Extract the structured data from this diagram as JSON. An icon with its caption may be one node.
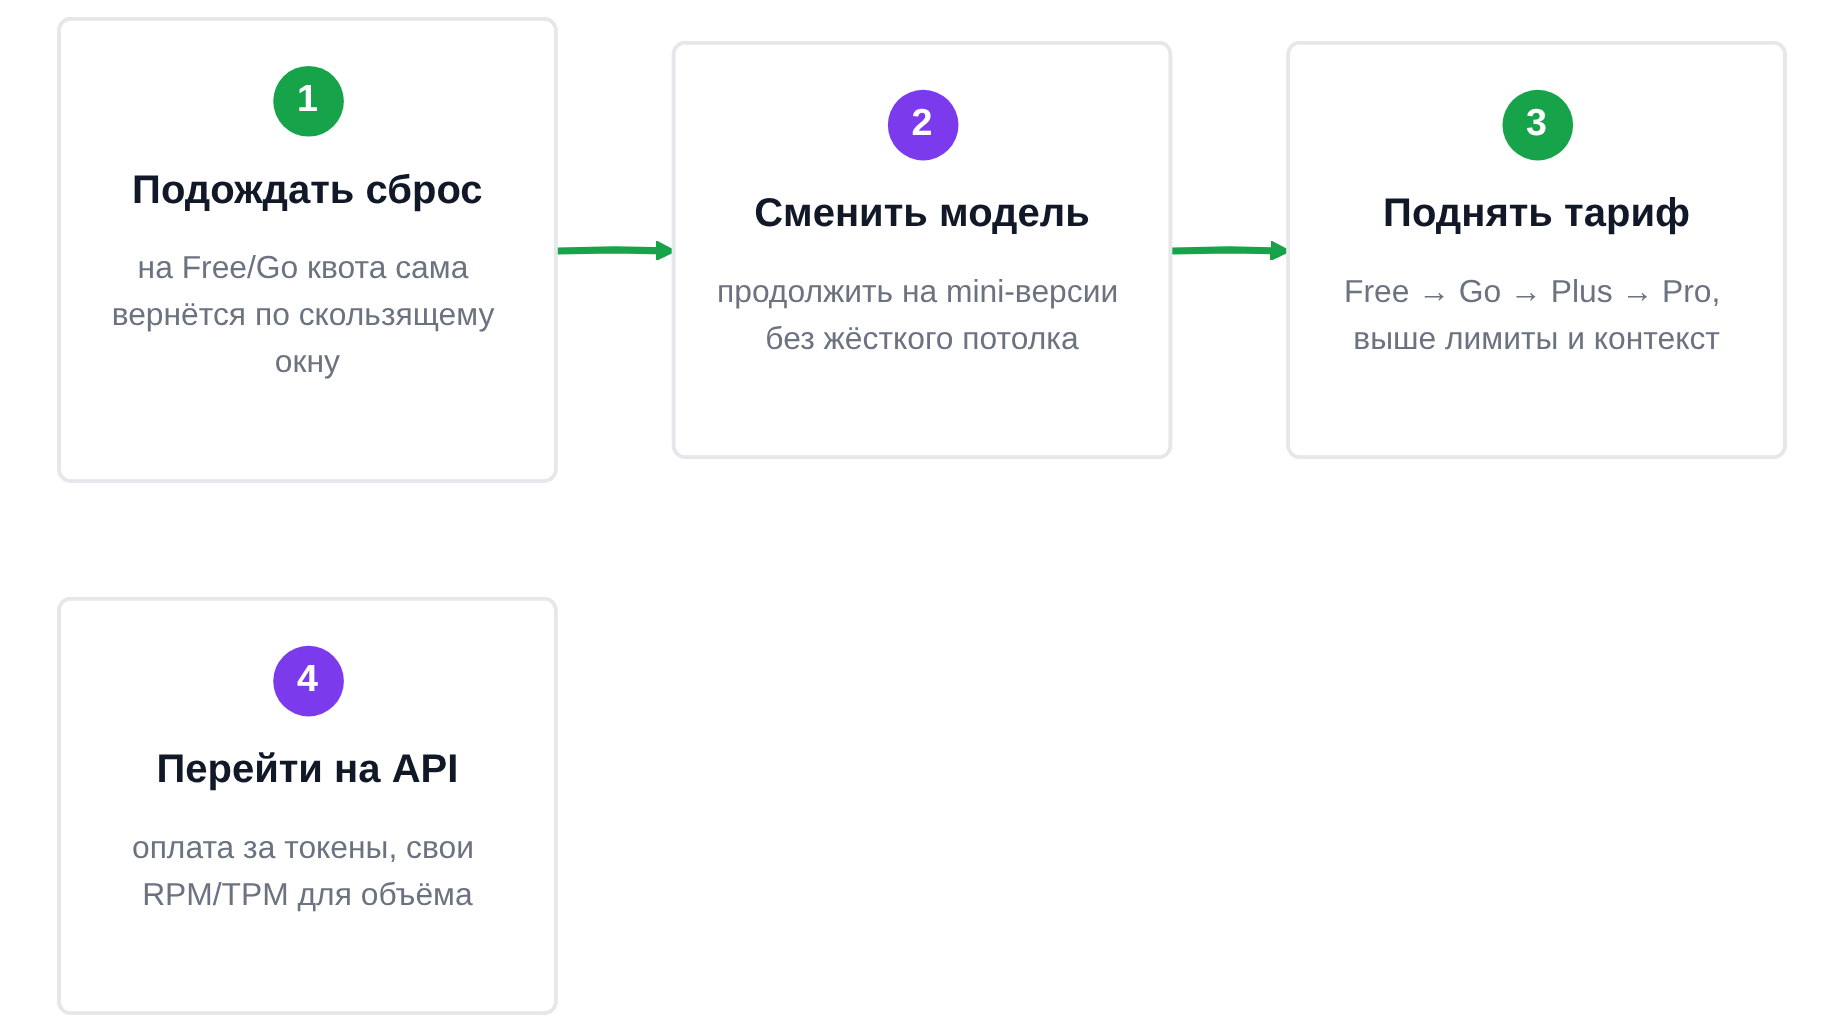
{
  "diagram": {
    "nodes": [
      {
        "text": [
          "1",
          "Подождать сброс",
          "на Free/Go квота сама вернётся по скользящему окну"
        ]
      },
      {
        "text": [
          "2",
          "Сменить модель",
          "продолжить на mini-версии без жёсткого потолка"
        ]
      },
      {
        "text": [
          "3",
          "Поднять тариф",
          "Free → Go → Plus → Pro, выше лимиты и контекст"
        ]
      },
      {
        "text": [
          "4",
          "Перейти на API",
          "оплата за токены, свои RPM/TPM для объёма"
        ]
      }
    ],
    "edges": [
      {
        "from": 0,
        "to": 1,
        "arrow": "to"
      },
      {
        "from": 1,
        "to": 2,
        "arrow": "to"
      }
    ]
  }
}
